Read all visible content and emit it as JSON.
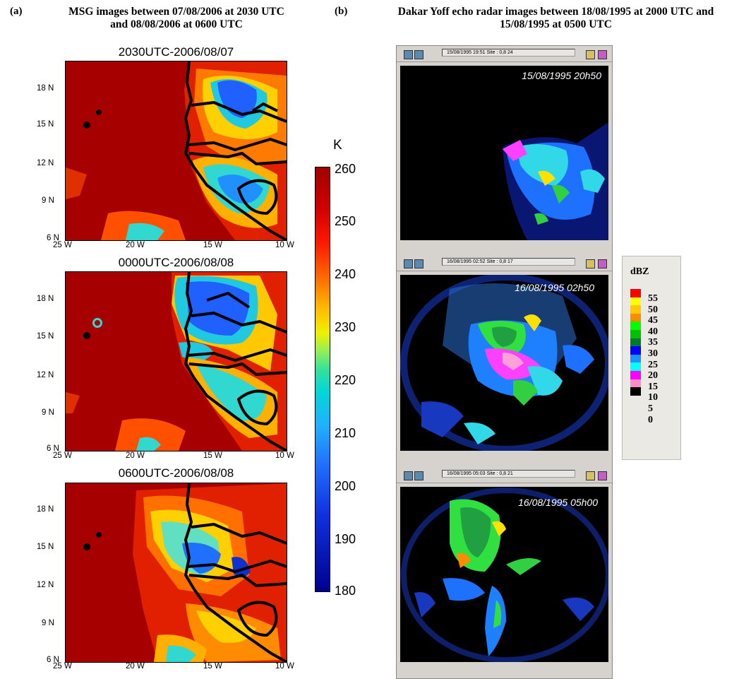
{
  "panel_a": {
    "label": "(a)",
    "title_line1": "MSG images between 07/08/2006 at 2030 UTC",
    "title_line2": "and 08/08/2006 at 0600 UTC",
    "maps": [
      {
        "title": "2030UTC-2006/08/07"
      },
      {
        "title": "0000UTC-2006/08/08"
      },
      {
        "title": "0600UTC-2006/08/08"
      }
    ],
    "lat_ticks": [
      "18 N",
      "15 N",
      "12 N",
      "9 N",
      "6 N"
    ],
    "lon_ticks": [
      "25 W",
      "20 W",
      "15 W",
      "10 W"
    ]
  },
  "colorbar": {
    "unit": "K",
    "ticks": [
      "260",
      "250",
      "240",
      "230",
      "220",
      "210",
      "200",
      "190",
      "180"
    ],
    "min": 180,
    "max": 260
  },
  "panel_b": {
    "label": "(b)",
    "title_line1": "Dakar Yoff echo radar images between 18/08/1995 at 2000 UTC and",
    "title_line2": "15/08/1995 at 0500 UTC",
    "radars": [
      {
        "toolbar_text": "15/08/1995 19:51 Site : 0,8  24",
        "timestamp": "15/08/1995 20h50"
      },
      {
        "toolbar_text": "16/08/1995 02:52 Site : 0,8  17",
        "timestamp": "16/08/1995 02h50"
      },
      {
        "toolbar_text": "16/08/1995 05:03 Site : 0,8  21",
        "timestamp": "16/08/1995 05h00"
      }
    ]
  },
  "legend": {
    "unit": "dBZ",
    "entries": [
      {
        "value": "55",
        "color": "#ff0000"
      },
      {
        "value": "50",
        "color": "#ffff00"
      },
      {
        "value": "45",
        "color": "#ffc800"
      },
      {
        "value": "40",
        "color": "#ff8c00"
      },
      {
        "value": "35",
        "color": "#00ff00"
      },
      {
        "value": "30",
        "color": "#00c000"
      },
      {
        "value": "25",
        "color": "#007a30"
      },
      {
        "value": "20",
        "color": "#0000ff"
      },
      {
        "value": "15",
        "color": "#1e90ff"
      },
      {
        "value": "10",
        "color": "#00ffff"
      },
      {
        "value": "5",
        "color": "#ff00ff"
      },
      {
        "value": "0",
        "color": "#ff8ac8"
      },
      {
        "value": "",
        "color": "#000000"
      }
    ]
  }
}
